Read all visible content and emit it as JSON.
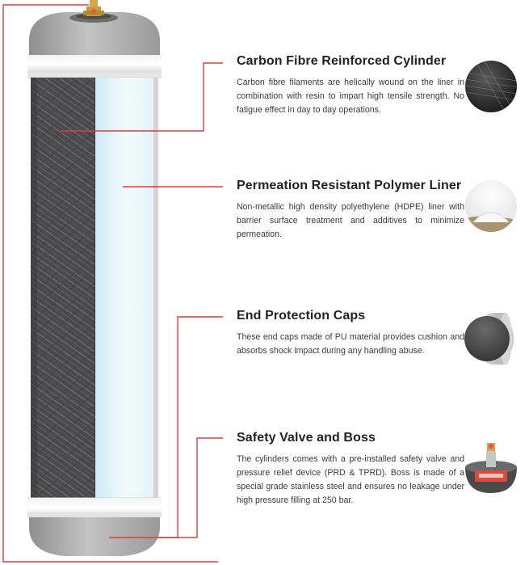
{
  "features": [
    {
      "title": "Carbon Fibre Reinforced Cylinder",
      "description": "Carbon fibre filaments are helically wound on the liner in combination with resin to impart high tensile strength. No fatigue effect in day to day operations.",
      "thumbnail_icon": "carbon-fibre-texture"
    },
    {
      "title": "Permeation Resistant Polymer Liner",
      "description": "Non-metallic high density polyethylene (HDPE) liner with barrier surface treatment and additives to minimize permeation.",
      "thumbnail_icon": "hdpe-liner-dome"
    },
    {
      "title": "End Protection Caps",
      "description": "These end caps made of PU material provides cushion and absorbs shock impact during any handling abuse.",
      "thumbnail_icon": "pu-end-cap"
    },
    {
      "title": "Safety Valve and Boss",
      "description": "The cylinders comes with a pre-installed safety valve and pressure relief device (PRD & TPRD). Boss is made of a special grade stainless steel and ensures no leakage under high pressure filling at 250 bar.",
      "thumbnail_icon": "safety-valve-boss"
    }
  ],
  "colors": {
    "leader_line": "#e23b3b",
    "carbon_wrap": "#4a4a4c",
    "end_cap": "#a8a8a8",
    "liner": "#eaf6fb"
  }
}
